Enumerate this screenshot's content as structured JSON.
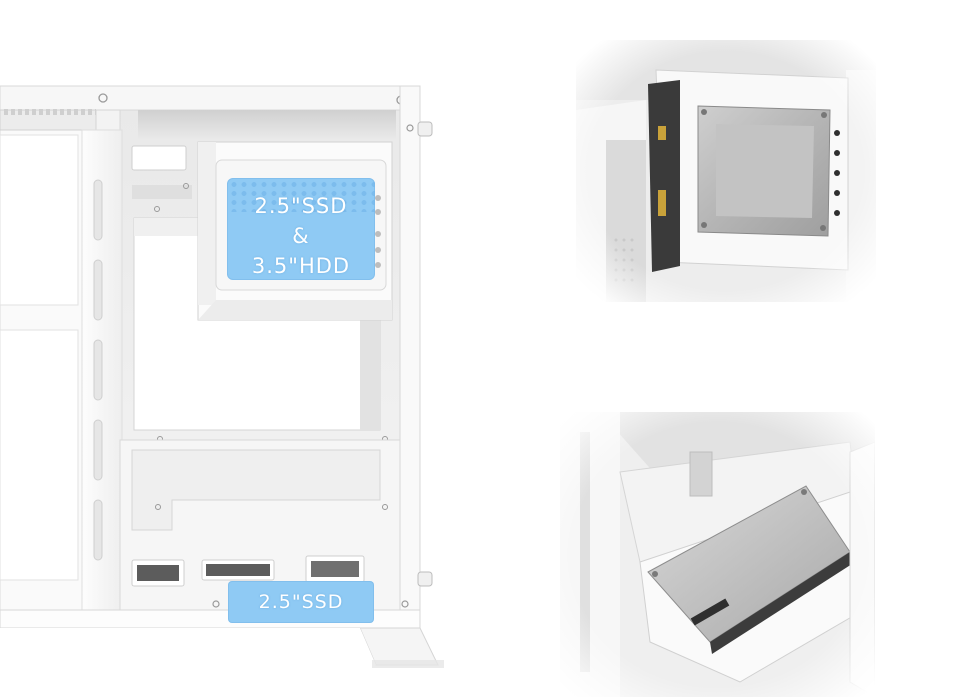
{
  "labels": {
    "top": {
      "line1": "2.5\"SSD",
      "line2": "&",
      "line3": "3.5\"HDD"
    },
    "bottom": {
      "text": "2.5\"SSD"
    }
  },
  "colors": {
    "label_fill": "#8fcaf4",
    "label_text": "#ffffff",
    "case_white": "#f4f4f4",
    "case_shadow": "#d6d6d6",
    "drive_metal": "#b9b9b9",
    "bracket_dark": "#3a3a3a"
  },
  "icons": {
    "top_photo": "hdd-in-bracket-image",
    "bottom_photo": "ssd-under-psu-image"
  }
}
